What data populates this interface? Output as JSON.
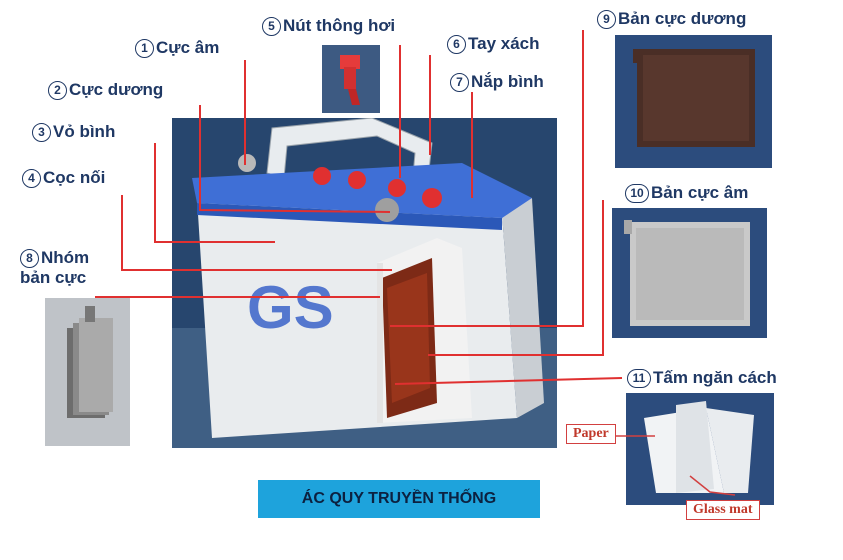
{
  "labels": [
    {
      "num": "1",
      "text": "Cực âm"
    },
    {
      "num": "2",
      "text": "Cực dương"
    },
    {
      "num": "3",
      "text": "Vỏ bình"
    },
    {
      "num": "4",
      "text": "Cọc nối"
    },
    {
      "num": "5",
      "text": "Nút thông hơi"
    },
    {
      "num": "6",
      "text": "Tay xách"
    },
    {
      "num": "7",
      "text": "Nắp bình"
    },
    {
      "num": "8",
      "text": "Nhóm",
      "text2": "bản cực"
    },
    {
      "num": "9",
      "text": "Bản cực dương"
    },
    {
      "num": "10",
      "text": "Bản cực âm"
    },
    {
      "num": "11",
      "text": "Tấm ngăn cách"
    }
  ],
  "caption": "ÁC QUY TRUYỀN THỐNG",
  "battery_logo": "GS",
  "paper_tag": "Paper",
  "glassmat_tag": "Glass mat",
  "colors": {
    "label": "#1f3864",
    "leader": "#e03030",
    "caption_bg": "#1ea3dc",
    "lid": "#3f6fd6"
  }
}
